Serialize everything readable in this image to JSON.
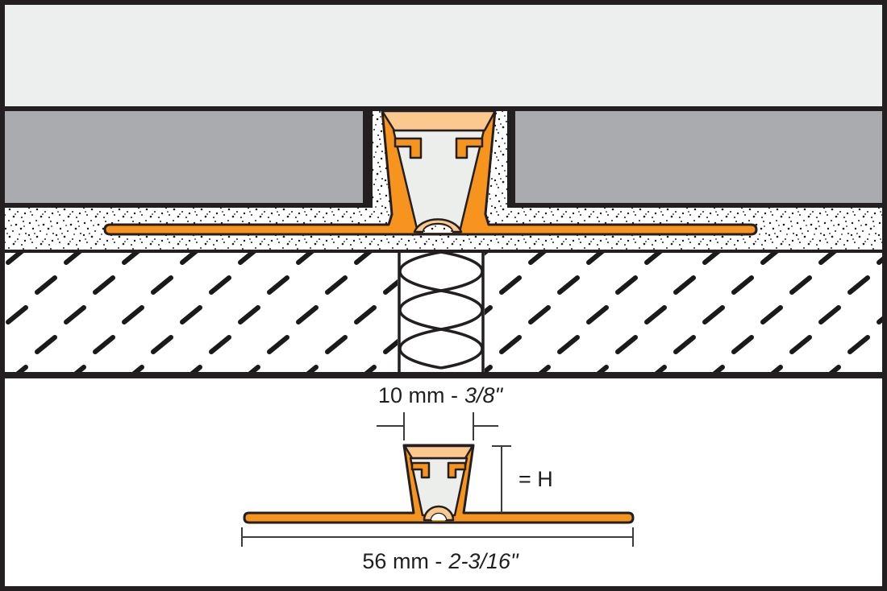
{
  "meta": {
    "type": "technical cross-section diagram",
    "subject": "floor movement joint profile installed between tiles, with dimensioned profile drawing"
  },
  "colors": {
    "orange": "#F7941E",
    "peach": "#FBC88E",
    "tile": "#A9ABAE",
    "surface": "#EDEFEE",
    "cavity": "#ECEEEC",
    "outline": "#231F20",
    "dim": "#3C3C3C",
    "text": "#1F1F1F"
  },
  "dimensions": {
    "joint_width": {
      "metric": "10 mm -",
      "imperial": "3/8\""
    },
    "height_reference": "= H",
    "overall_width": {
      "metric": "56 mm -",
      "imperial": "2-3/16\""
    }
  }
}
